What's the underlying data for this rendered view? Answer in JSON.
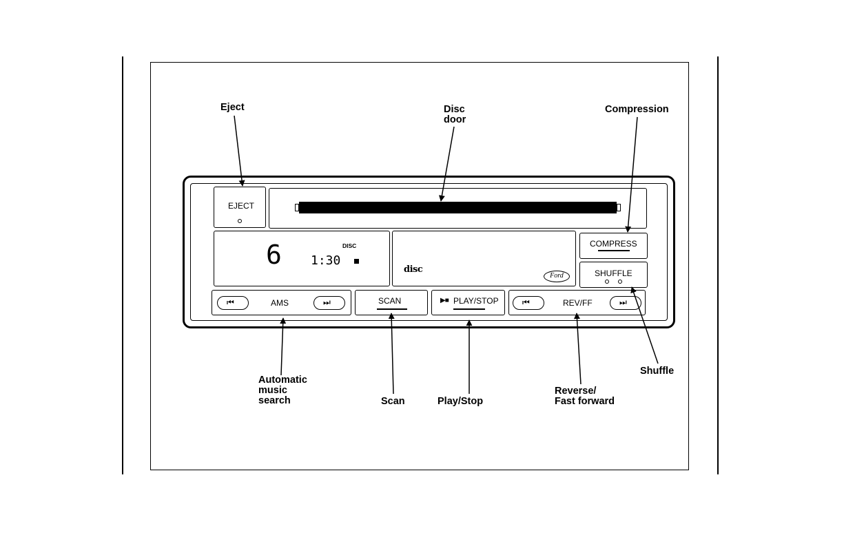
{
  "callouts": {
    "eject": "Eject",
    "disc_door": "Disc\ndoor",
    "compression": "Compression",
    "ams": "Automatic\nmusic\nsearch",
    "scan": "Scan",
    "play_stop": "Play/Stop",
    "rev_ff": "Reverse/\nFast forward",
    "shuffle": "Shuffle"
  },
  "panel": {
    "eject_label": "EJECT",
    "display_digit": "6",
    "display_time": "1:30",
    "disc_tag": "DISC",
    "compress_label": "COMPRESS",
    "shuffle_label": "SHUFFLE",
    "ams_label": "AMS",
    "scan_label": "SCAN",
    "play_glyph": "▶■",
    "play_stop_label": "PLAY/STOP",
    "rev_ff_label": "REV/FF",
    "prev_glyph": "⏮",
    "next_glyph": "⏭",
    "cd_logo_text": "disc",
    "ford_logo": "Ford"
  }
}
